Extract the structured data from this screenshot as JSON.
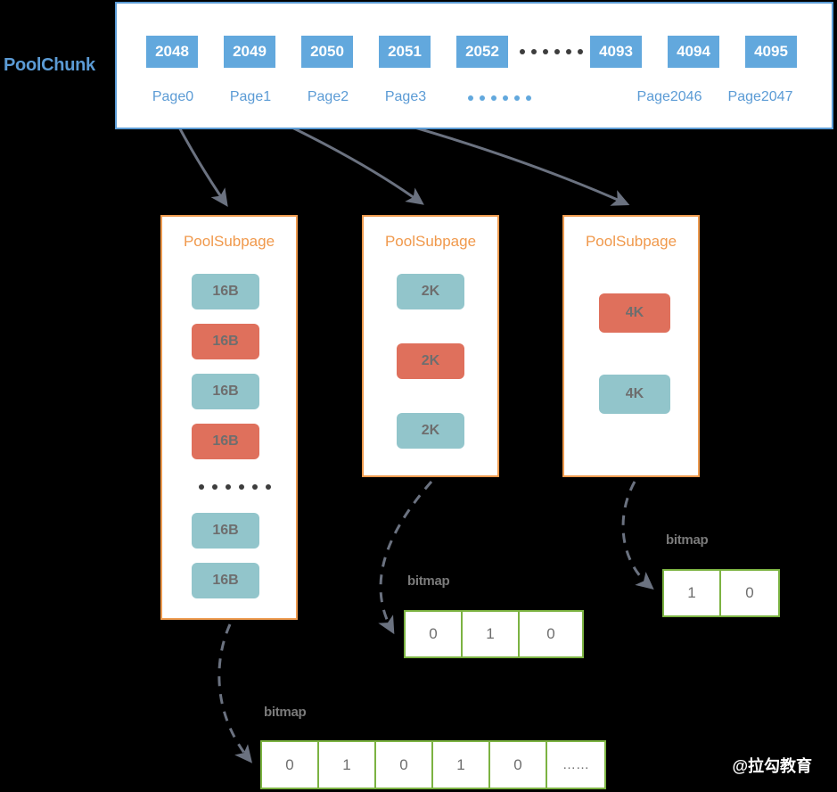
{
  "diagram": {
    "title": "Netty PoolChunk / PoolSubpage memory layout",
    "colors": {
      "background": "#000000",
      "chunk_border": "#5B9BD5",
      "chunk_cell": "#62A8DD",
      "subpage_border": "#ED9A4E",
      "subpage_title": "#F0994C",
      "block_free": "#92C5CB",
      "block_used": "#DF705C",
      "bitmap_border": "#7CB342",
      "arrow": "#6B7280",
      "label_gray": "#7A7A7A"
    }
  },
  "pool_chunk": {
    "label": "PoolChunk",
    "memory_map_ids": [
      "2048",
      "2049",
      "2050",
      "2051",
      "2052",
      "4093",
      "4094",
      "4095"
    ],
    "ellipsis_after_index": 4,
    "page_labels": [
      "Page0",
      "Page1",
      "Page2",
      "Page3",
      "Page2046",
      "Page2047"
    ],
    "page_ellipsis_after_index": 3
  },
  "subpages": [
    {
      "title": "PoolSubpage",
      "blocks": [
        {
          "label": "16B",
          "state": "free"
        },
        {
          "label": "16B",
          "state": "used"
        },
        {
          "label": "16B",
          "state": "free"
        },
        {
          "label": "16B",
          "state": "used"
        },
        {
          "label": "16B",
          "state": "free"
        },
        {
          "label": "16B",
          "state": "free"
        }
      ],
      "has_ellipsis": true,
      "ellipsis_after_block_index": 3,
      "bitmap": {
        "label": "bitmap",
        "cells": [
          "0",
          "1",
          "0",
          "1",
          "0",
          "……"
        ]
      }
    },
    {
      "title": "PoolSubpage",
      "blocks": [
        {
          "label": "2K",
          "state": "free"
        },
        {
          "label": "2K",
          "state": "used"
        },
        {
          "label": "2K",
          "state": "free"
        }
      ],
      "has_ellipsis": false,
      "bitmap": {
        "label": "bitmap",
        "cells": [
          "0",
          "1",
          "0"
        ]
      }
    },
    {
      "title": "PoolSubpage",
      "blocks": [
        {
          "label": "4K",
          "state": "used"
        },
        {
          "label": "4K",
          "state": "free"
        }
      ],
      "has_ellipsis": false,
      "bitmap": {
        "label": "bitmap",
        "cells": [
          "1",
          "0"
        ]
      }
    }
  ],
  "watermark": "@拉勾教育"
}
